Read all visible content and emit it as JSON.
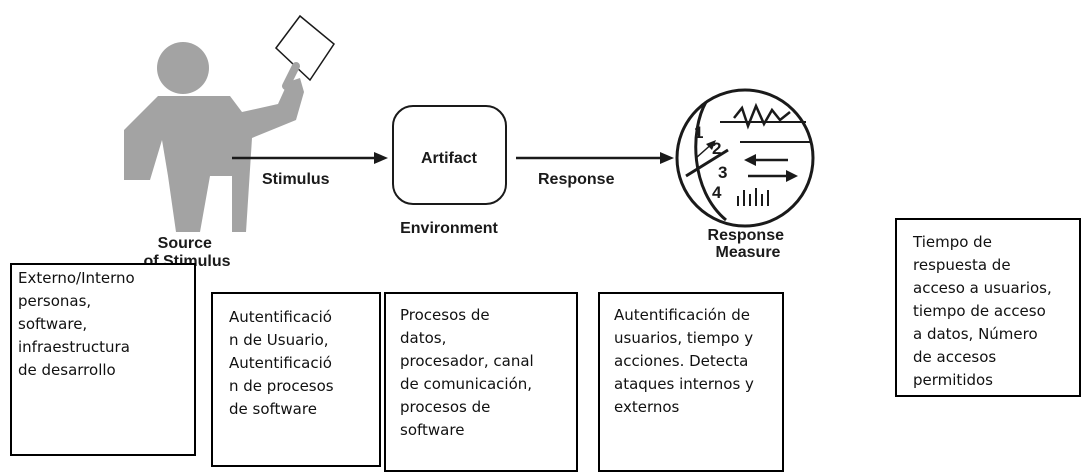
{
  "diagram": {
    "labels": {
      "source": "Source\nof Stimulus",
      "stimulus": "Stimulus",
      "artifact": "Artifact",
      "environment": "Environment",
      "response": "Response",
      "response_measure": "Response\nMeasure"
    },
    "dial_numbers": [
      "1",
      "2",
      "3",
      "4"
    ]
  },
  "boxes": {
    "source": "Externo/Interno\npersonas,\nsoftware,\ninfraestructura\nde desarrollo",
    "stimulus": "Autentificació\nn de Usuario,\nAutentificació\nn de procesos\nde software",
    "environment": "Procesos de\ndatos,\nprocesador, canal\nde comunicación,\nprocesos de\nsoftware",
    "response": "Autentificación de\nusuarios, tiempo y\nacciones. Detecta\nataques internos y\nexternos",
    "response_measure": "Tiempo de\nrespuesta de\nacceso a usuarios,\ntiempo de acceso\na datos, Número\nde accesos\npermitidos"
  },
  "colors": {
    "figure_gray": "#a3a3a3",
    "line": "#1a1a1a"
  }
}
